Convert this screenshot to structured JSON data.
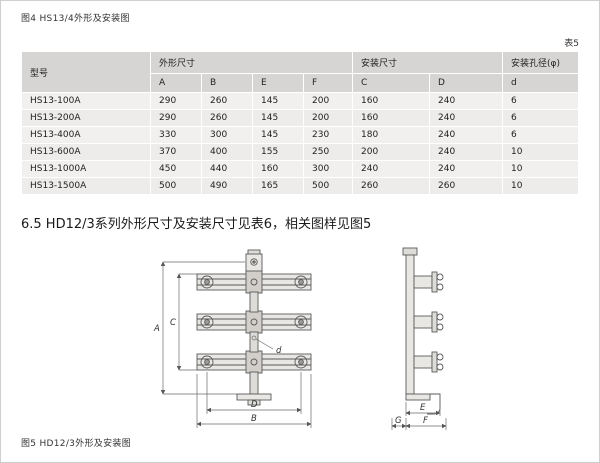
{
  "page": {
    "fig4_caption": "图4  HS13/4外形及安装图",
    "table_label": "表5",
    "section_heading": "6.5 HD12/3系列外形尺寸及安装尺寸见表6，相关图样见图5",
    "fig5_caption": "图5  HD12/3外形及安装图"
  },
  "table": {
    "col_model": "型号",
    "group_outline": "外形尺寸",
    "group_install": "安装尺寸",
    "group_hole": "安装孔径(φ)",
    "sub_headers": [
      "A",
      "B",
      "E",
      "F",
      "C",
      "D",
      "d"
    ],
    "rows": [
      {
        "model": "HS13-100A",
        "values": [
          "290",
          "260",
          "145",
          "200",
          "160",
          "240",
          "6"
        ]
      },
      {
        "model": "HS13-200A",
        "values": [
          "290",
          "260",
          "145",
          "200",
          "160",
          "240",
          "6"
        ]
      },
      {
        "model": "HS13-400A",
        "values": [
          "330",
          "300",
          "145",
          "230",
          "180",
          "240",
          "6"
        ]
      },
      {
        "model": "HS13-600A",
        "values": [
          "370",
          "400",
          "155",
          "250",
          "200",
          "240",
          "10"
        ]
      },
      {
        "model": "HS13-1000A",
        "values": [
          "450",
          "440",
          "160",
          "300",
          "240",
          "240",
          "10"
        ]
      },
      {
        "model": "HS13-1500A",
        "values": [
          "500",
          "490",
          "165",
          "500",
          "260",
          "260",
          "10"
        ]
      }
    ]
  },
  "drawing": {
    "front": {
      "A": "A",
      "C": "C",
      "d": "d",
      "D": "D",
      "B": "B"
    },
    "side": {
      "E": "E",
      "G": "G",
      "F": "F"
    }
  }
}
